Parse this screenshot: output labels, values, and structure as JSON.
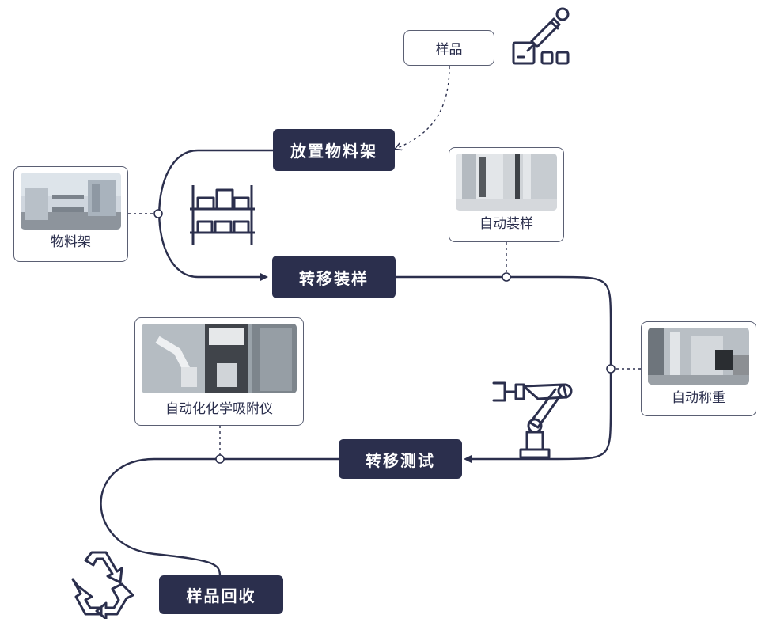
{
  "steps": {
    "place_rack": "放置物料架",
    "transfer_load": "转移装样",
    "transfer_test": "转移测试",
    "sample_recycle": "样品回收"
  },
  "nodes": {
    "sample": "样品",
    "rack": "物料架",
    "auto_load": "自动装样",
    "auto_weigh": "自动称重",
    "adsorption": "自动化化学吸附仪"
  },
  "icons": {
    "dropper": "dropper-icon",
    "shelf": "shelf-icon",
    "robot_arm": "robot-arm-icon",
    "recycle": "recycle-icon"
  },
  "colors": {
    "primary": "#2b2f4d",
    "border": "#5a5f73"
  }
}
